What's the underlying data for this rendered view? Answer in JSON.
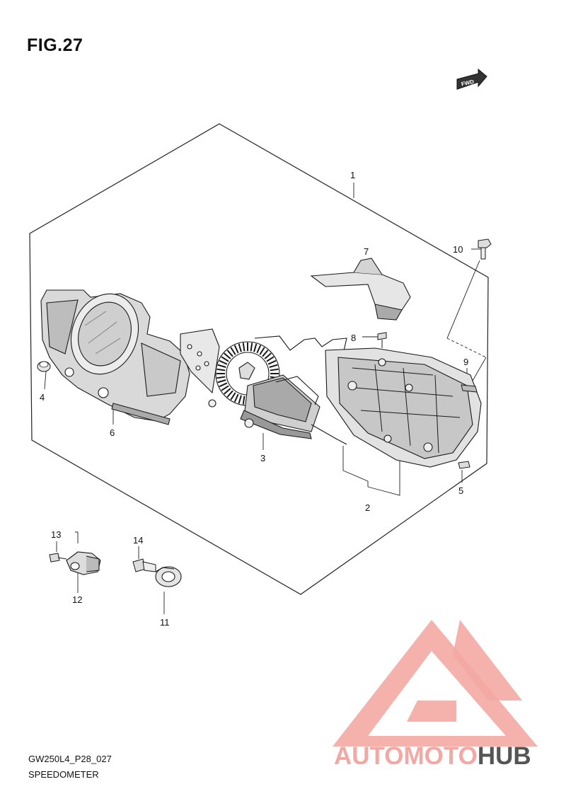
{
  "figure": {
    "title": "FIG.27",
    "code": "GW250L4_P28_027",
    "name": "SPEEDOMETER",
    "direction_badge": "FWD"
  },
  "callouts": [
    "1",
    "2",
    "3",
    "4",
    "5",
    "6",
    "7",
    "8",
    "9",
    "10",
    "11",
    "12",
    "13",
    "14"
  ],
  "watermark": {
    "part_a": "AUTOMOTO",
    "part_b": "HUB",
    "color_a": "#f4a8a3",
    "color_accent": "#f6c98a",
    "color_b": "#555555"
  },
  "colors": {
    "line": "#1a1a1a",
    "shade": "#bdbdbd"
  }
}
